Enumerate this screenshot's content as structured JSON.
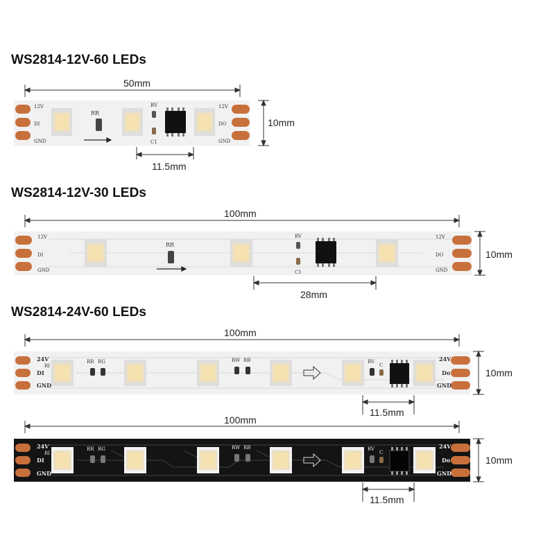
{
  "colors": {
    "strip_white": "#f1f1f1",
    "strip_black": "#141414",
    "copper_pad": "#c8703c",
    "dim_line": "#333333"
  },
  "sections": [
    {
      "title": "WS2814-12V-60 LEDs",
      "length_label": "50mm",
      "width_label": "10mm",
      "pitch_label": "11.5mm",
      "pads_left": [
        "12V",
        "DI",
        "GND"
      ],
      "pads_right": [
        "12V",
        "DO",
        "GND"
      ],
      "components": [
        "RR",
        "RV",
        "C1"
      ]
    },
    {
      "title": "WS2814-12V-30 LEDs",
      "length_label": "100mm",
      "width_label": "10mm",
      "pitch_label": "28mm",
      "pads_left": [
        "12V",
        "DI",
        "GND"
      ],
      "pads_right": [
        "12V",
        "DO",
        "GND"
      ],
      "components": [
        "RR",
        "RV",
        "C1"
      ]
    },
    {
      "title": "WS2814-24V-60 LEDs",
      "length_label": "100mm",
      "width_label": "10mm",
      "pitch_label": "11.5mm",
      "pads_left": [
        "24V",
        "DI",
        "GND"
      ],
      "pads_right": [
        "24V",
        "Do",
        "GND"
      ],
      "components": [
        "RI",
        "RR",
        "RG",
        "RW",
        "RB",
        "RV",
        "C"
      ]
    },
    {
      "length_label": "100mm",
      "width_label": "10mm",
      "pitch_label": "11.5mm",
      "pads_left": [
        "24V",
        "DI",
        "GND"
      ],
      "pads_right": [
        "24V",
        "Do",
        "GND"
      ],
      "components": [
        "RI",
        "RR",
        "RG",
        "RW",
        "RB",
        "RV",
        "C"
      ]
    }
  ]
}
